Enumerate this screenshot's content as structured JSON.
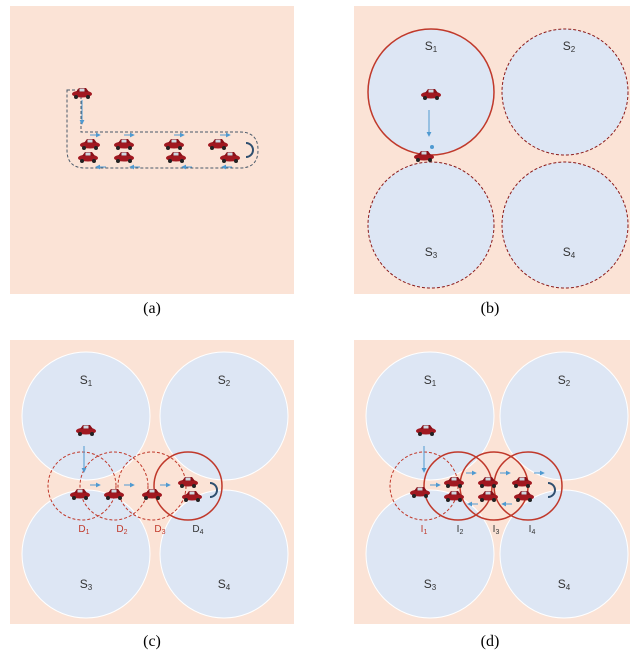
{
  "captions": {
    "a": "(a)",
    "b": "(b)",
    "c": "(c)",
    "d": "(d)"
  },
  "zones": {
    "s1": "S",
    "s2": "S",
    "s3": "S",
    "s4": "S",
    "s1_sub": "1",
    "s2_sub": "2",
    "s3_sub": "3",
    "s4_sub": "4"
  },
  "panel_c": {
    "d": "D",
    "d1": "1",
    "d2": "2",
    "d3": "3",
    "d4": "4"
  },
  "panel_d": {
    "i": "I",
    "i1": "1",
    "i2": "2",
    "i3": "3",
    "i4": "4"
  },
  "colors": {
    "panel_bg": "#fbe3d6",
    "zone_fill": "#dde6f4",
    "solid_circle": "#c0392b",
    "dashed_circle": "#8b1a1a",
    "car": "#a11820",
    "arrow": "#4f9ad1",
    "curve_arrow": "#2f4f6f",
    "route_outline": "#4a5a6a"
  }
}
